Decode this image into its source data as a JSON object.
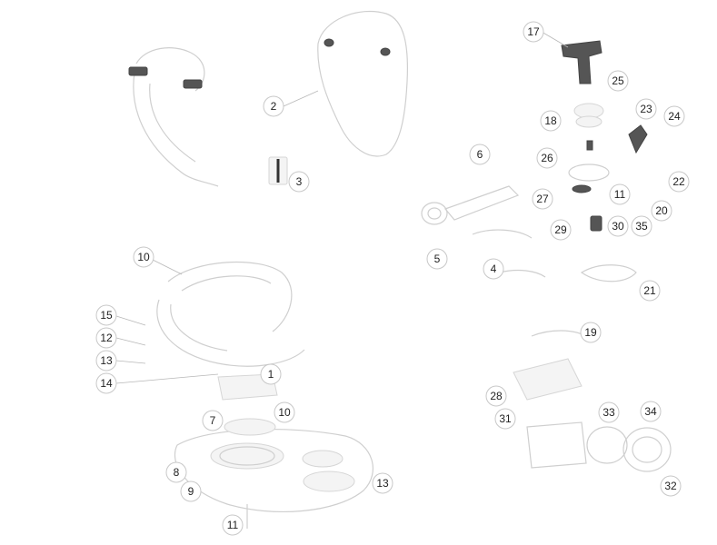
{
  "diagram": {
    "type": "exploded-parts-diagram",
    "callouts": [
      {
        "id": "c1",
        "label": "1"
      },
      {
        "id": "c2",
        "label": "2"
      },
      {
        "id": "c3",
        "label": "3"
      },
      {
        "id": "c4",
        "label": "4"
      },
      {
        "id": "c5",
        "label": "5"
      },
      {
        "id": "c6",
        "label": "6"
      },
      {
        "id": "c7",
        "label": "7"
      },
      {
        "id": "c8",
        "label": "8"
      },
      {
        "id": "c9",
        "label": "9"
      },
      {
        "id": "c10",
        "label": "10"
      },
      {
        "id": "c11a",
        "label": "11"
      },
      {
        "id": "c11b",
        "label": "11"
      },
      {
        "id": "c12",
        "label": "12"
      },
      {
        "id": "c13a",
        "label": "13"
      },
      {
        "id": "c13b",
        "label": "13"
      },
      {
        "id": "c14",
        "label": "14"
      },
      {
        "id": "c15",
        "label": "15"
      },
      {
        "id": "c17",
        "label": "17"
      },
      {
        "id": "c18",
        "label": "18"
      },
      {
        "id": "c19",
        "label": "19"
      },
      {
        "id": "c20",
        "label": "20"
      },
      {
        "id": "c21",
        "label": "21"
      },
      {
        "id": "c22",
        "label": "22"
      },
      {
        "id": "c23",
        "label": "23"
      },
      {
        "id": "c24",
        "label": "24"
      },
      {
        "id": "c25",
        "label": "25"
      },
      {
        "id": "c26",
        "label": "26"
      },
      {
        "id": "c27",
        "label": "27"
      },
      {
        "id": "c28",
        "label": "28"
      },
      {
        "id": "c29",
        "label": "29"
      },
      {
        "id": "c30",
        "label": "30"
      },
      {
        "id": "c31",
        "label": "31"
      },
      {
        "id": "c32",
        "label": "32"
      },
      {
        "id": "c33",
        "label": "33"
      },
      {
        "id": "c34",
        "label": "34"
      },
      {
        "id": "c35",
        "label": "35"
      }
    ]
  }
}
